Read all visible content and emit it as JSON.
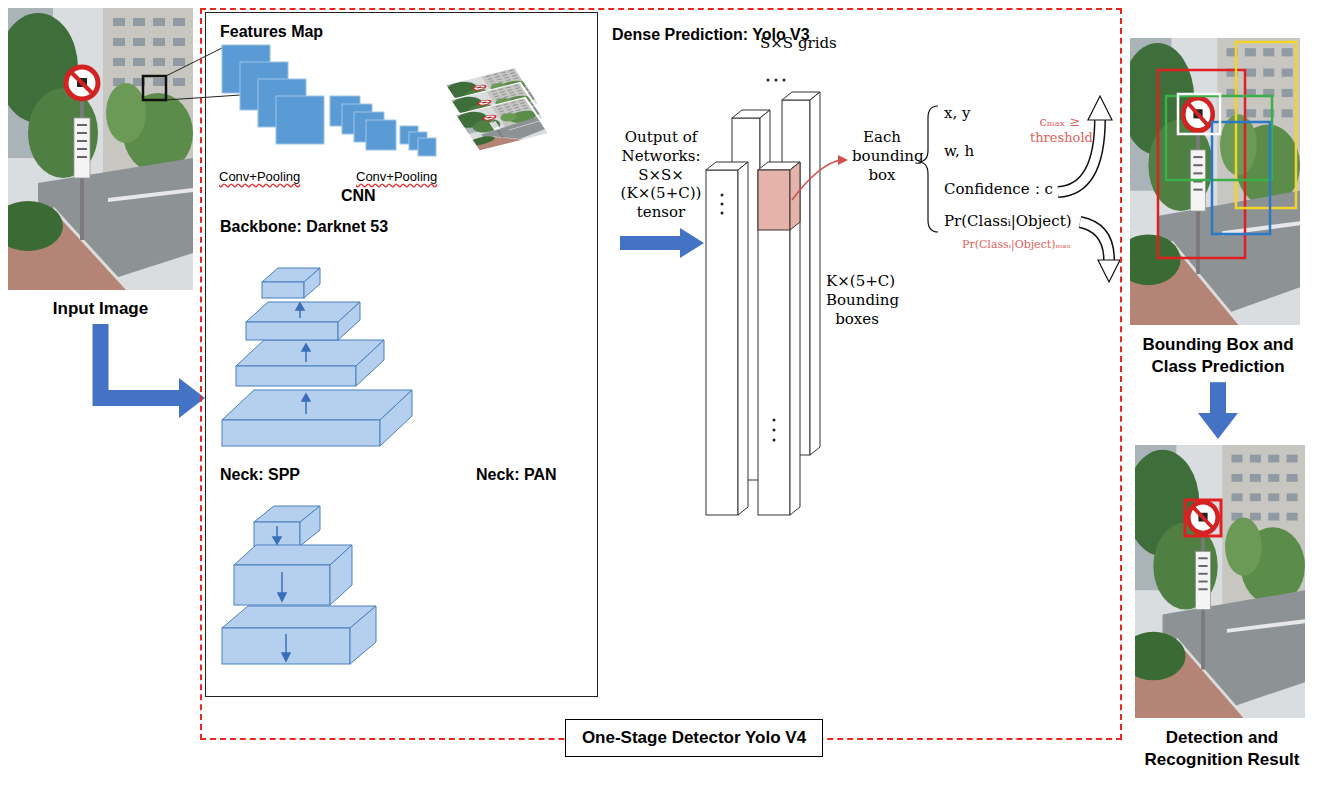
{
  "diagram": {
    "nodes": [
      {
        "text": [
          "Input Image"
        ]
      },
      {
        "text": [
          "One-Stage Detector Yolo V4"
        ]
      },
      {
        "text": [
          "Features Map",
          "Conv+Pooling",
          "Conv+Pooling",
          "CNN",
          "Backbone: Darknet 53",
          "Neck: SPP",
          "Neck: PAN"
        ],
        "in": 1
      },
      {
        "text": [
          "Bounding Box and Class Prediction"
        ]
      },
      {
        "text": [
          "Detection and Recognition Result"
        ]
      }
    ],
    "edges": [
      {
        "from": 0,
        "to": 2,
        "arrow": "to"
      },
      {
        "from": 3,
        "to": 4,
        "arrow": "to"
      }
    ],
    "labels": [
      "Dense Prediction: Yolo V3",
      "Output of Networks: S×S× (K×(5+C)) tensor",
      "S×S grids",
      "K×(5+C) Bounding boxes",
      "Each bounding box",
      "x, y",
      "w, h",
      "Confidence：c",
      "Pr(Classᵢ|Object)",
      "cₘₐₓ ≥ threshold",
      "Pr(Classᵢ|Object)ₘₐₓ"
    ]
  }
}
